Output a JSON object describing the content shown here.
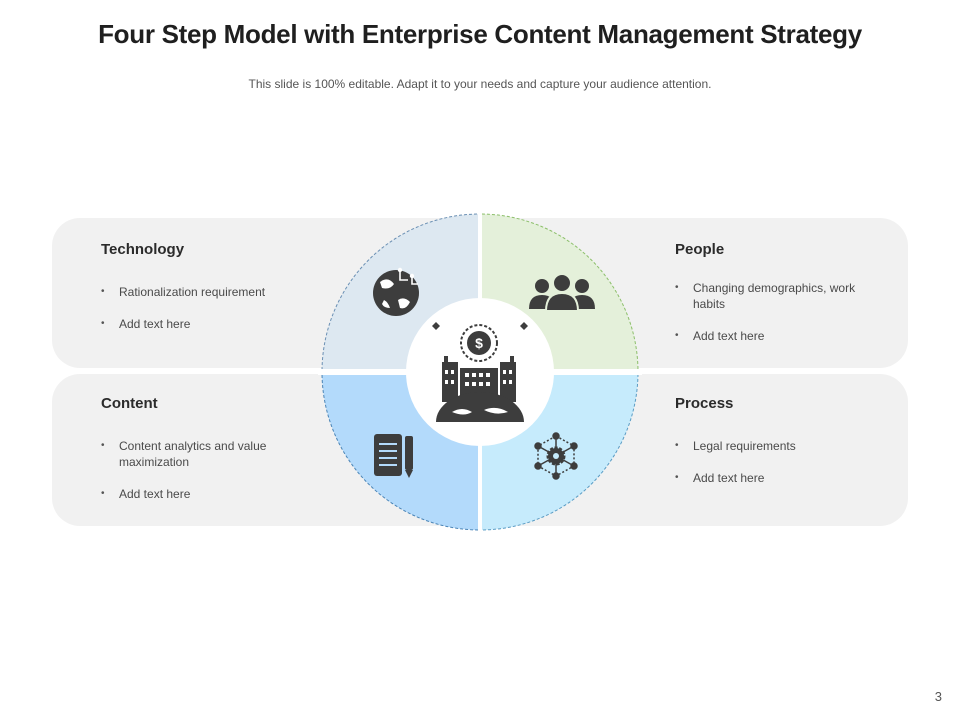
{
  "title": "Four Step Model with Enterprise Content Management Strategy",
  "subtitle": "This slide is 100% editable. Adapt it to your needs and capture your audience attention.",
  "quadrants": [
    {
      "heading": "Technology",
      "icon": "globe-circuit-icon",
      "color": "#dde8f1",
      "items": [
        "Rationalization requirement",
        "Add text here"
      ]
    },
    {
      "heading": "People",
      "icon": "group-people-icon",
      "color": "#e4f0da",
      "items": [
        "Changing demographics, work habits",
        "Add text here"
      ]
    },
    {
      "heading": "Content",
      "icon": "document-pen-icon",
      "color": "#b3dafb",
      "items": [
        "Content analytics and value maximization",
        "Add text here"
      ]
    },
    {
      "heading": "Process",
      "icon": "network-gear-icon",
      "color": "#c6ebfc",
      "items": [
        "Legal requirements",
        "Add text here"
      ]
    }
  ],
  "center_icon": "enterprise-building-dollar-icon",
  "page_number": "3"
}
